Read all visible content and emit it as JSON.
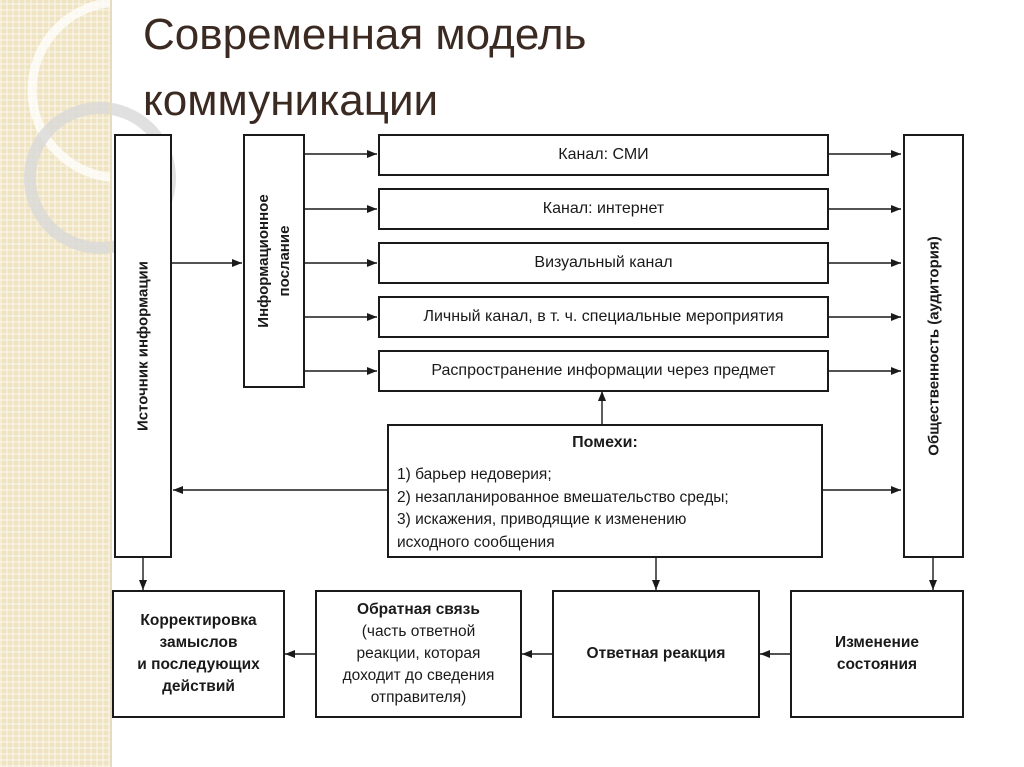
{
  "title": "Современная модель коммуникации",
  "source": "Источник информации",
  "message": "Информационное\nпослание",
  "channels": [
    "Канал: СМИ",
    "Канал: интернет",
    "Визуальный канал",
    "Личный канал, в т. ч. специальные мероприятия",
    "Распространение информации через предмет"
  ],
  "audience": "Общественность (аудитория)",
  "noise": {
    "title": "Помехи:",
    "items": [
      "1) барьер недоверия;",
      "2) незапланированное вмешательство среды;",
      "3) искажения, приводящие к изменению",
      "исходного сообщения"
    ]
  },
  "bottom": {
    "correction": "Корректировка\nзамыслов\nи последующих\nдействий",
    "feedback_title": "Обратная связь",
    "feedback_body": "(часть ответной\nреакции, которая\nдоходит до сведения\nотправителя)",
    "response": "Ответная реакция",
    "state_change": "Изменение\nсостояния"
  }
}
